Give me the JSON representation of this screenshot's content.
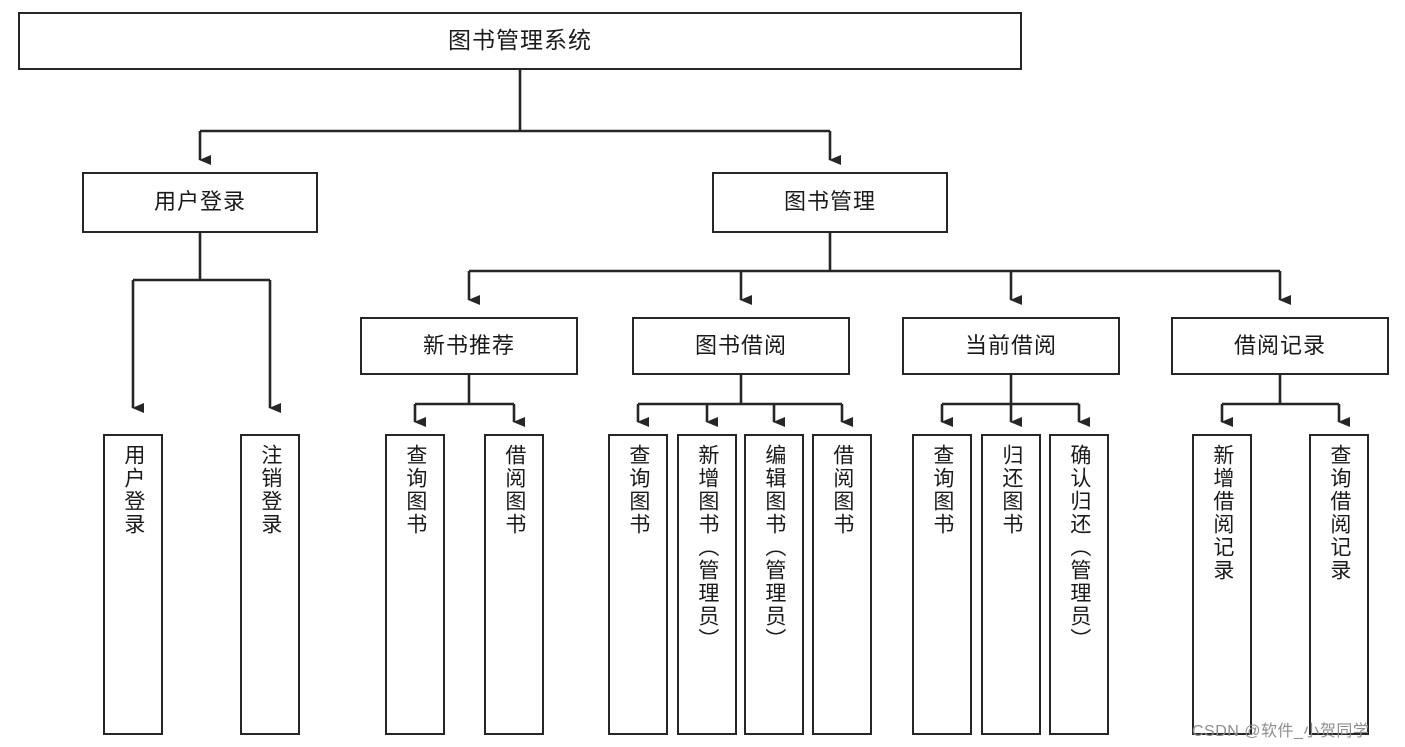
{
  "diagram": {
    "type": "tree",
    "title": "图书管理系统",
    "watermark": "CSDN @软件_小贺同学",
    "colors": {
      "stroke": "#262626",
      "fill": "#ffffff",
      "text": "#1a1a1a",
      "watermark": "#8d8d8d"
    },
    "nodes": {
      "root": {
        "label": "图书管理系统"
      },
      "level1": [
        {
          "id": "user-login",
          "label": "用户登录"
        },
        {
          "id": "book-manage",
          "label": "图书管理"
        }
      ],
      "level2": [
        {
          "id": "new-book-recommend",
          "label": "新书推荐"
        },
        {
          "id": "book-borrow",
          "label": "图书借阅"
        },
        {
          "id": "current-borrow",
          "label": "当前借阅"
        },
        {
          "id": "borrow-record",
          "label": "借阅记录"
        }
      ],
      "leaves": {
        "user-login": [
          {
            "id": "leaf-user-login",
            "label": "用户登录"
          },
          {
            "id": "leaf-user-logout",
            "label": "注销登录"
          }
        ],
        "new-book-recommend": [
          {
            "id": "leaf-query-book-1",
            "label": "查询图书"
          },
          {
            "id": "leaf-borrow-book-1",
            "label": "借阅图书"
          }
        ],
        "book-borrow": [
          {
            "id": "leaf-query-book-2",
            "label": "查询图书"
          },
          {
            "id": "leaf-add-book",
            "label": "新增图书（管理员）"
          },
          {
            "id": "leaf-edit-book",
            "label": "编辑图书（管理员）"
          },
          {
            "id": "leaf-borrow-book-2",
            "label": "借阅图书"
          }
        ],
        "current-borrow": [
          {
            "id": "leaf-query-book-3",
            "label": "查询图书"
          },
          {
            "id": "leaf-return-book",
            "label": "归还图书"
          },
          {
            "id": "leaf-confirm-return",
            "label": "确认归还（管理员）"
          }
        ],
        "borrow-record": [
          {
            "id": "leaf-add-record",
            "label": "新增借阅记录"
          },
          {
            "id": "leaf-query-record",
            "label": "查询借阅记录"
          }
        ]
      }
    }
  }
}
